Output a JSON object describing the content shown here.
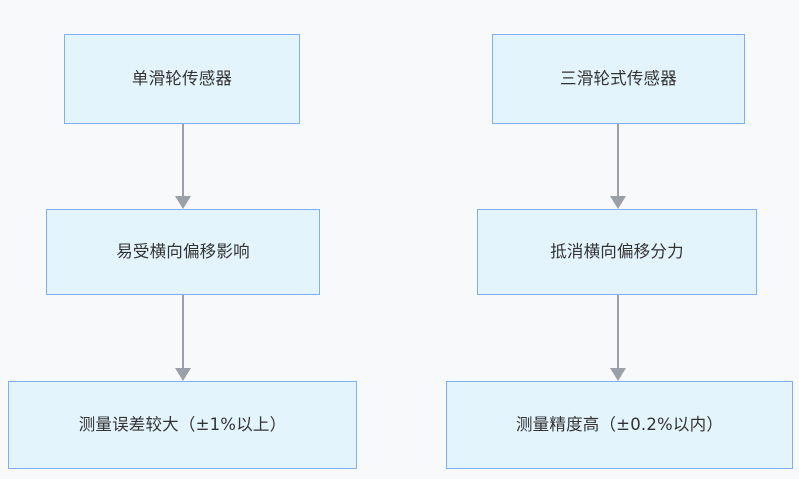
{
  "diagram": {
    "type": "flowchart",
    "direction": "top-to-bottom",
    "background_color": "#f8f9fa",
    "node_fill_color": "#e3f4fd",
    "node_border_color": "#7fb0f5",
    "connector_color": "#9aa0a6",
    "text_color": "#333333",
    "columns": [
      {
        "name": "single-pulley-branch",
        "nodes": [
          {
            "id": "single-sensor",
            "label": "单滑轮传感器"
          },
          {
            "id": "lateral-affected",
            "label": "易受横向偏移影响"
          },
          {
            "id": "error-large",
            "label": "测量误差较大（±1%以上）"
          }
        ],
        "connectors": [
          {
            "id": "left-1",
            "from": "single-sensor",
            "to": "lateral-affected",
            "arrow": "down-arrow"
          },
          {
            "id": "left-2",
            "from": "lateral-affected",
            "to": "error-large",
            "arrow": "down-arrow"
          }
        ]
      },
      {
        "name": "triple-pulley-branch",
        "nodes": [
          {
            "id": "triple-sensor",
            "label": "三滑轮式传感器"
          },
          {
            "id": "lateral-cancelled",
            "label": "抵消横向偏移分力"
          },
          {
            "id": "accuracy-high",
            "label": "测量精度高（±0.2%以内）"
          }
        ],
        "connectors": [
          {
            "id": "right-1",
            "from": "triple-sensor",
            "to": "lateral-cancelled",
            "arrow": "down-arrow"
          },
          {
            "id": "right-2",
            "from": "lateral-cancelled",
            "to": "accuracy-high",
            "arrow": "down-arrow"
          }
        ]
      }
    ]
  }
}
